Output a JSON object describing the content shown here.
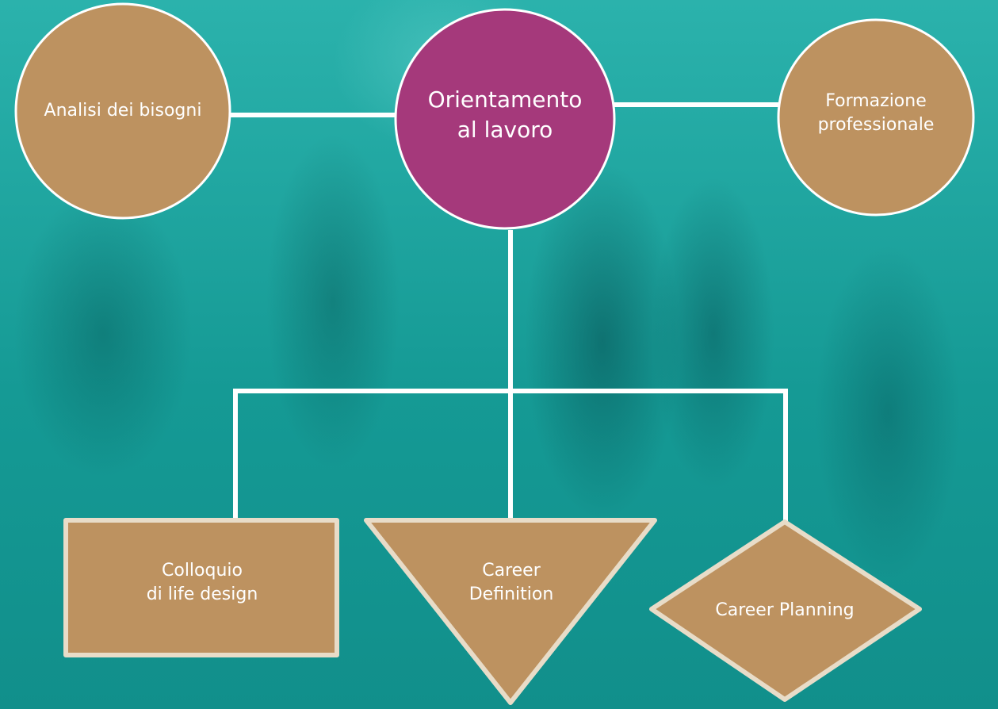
{
  "nodes": {
    "analisi": {
      "label": "Analisi dei bisogni",
      "fill": "#bd9260"
    },
    "orientamento": {
      "line1": "Orientamento",
      "line2": "al lavoro",
      "fill": "#a5397b"
    },
    "formazione": {
      "line1": "Formazione",
      "line2": "professionale",
      "fill": "#bd9260"
    },
    "colloquio": {
      "line1": "Colloquio",
      "line2": "di life design",
      "fill": "#bd9260"
    },
    "career_definition": {
      "line1": "Career",
      "line2": "Definition",
      "fill": "#bd9260"
    },
    "career_planning": {
      "label": "Career Planning",
      "fill": "#bd9260"
    }
  },
  "colors": {
    "connector": "#ffffff",
    "shape_border": "#e8dcc8",
    "background": "#1aa29c"
  }
}
